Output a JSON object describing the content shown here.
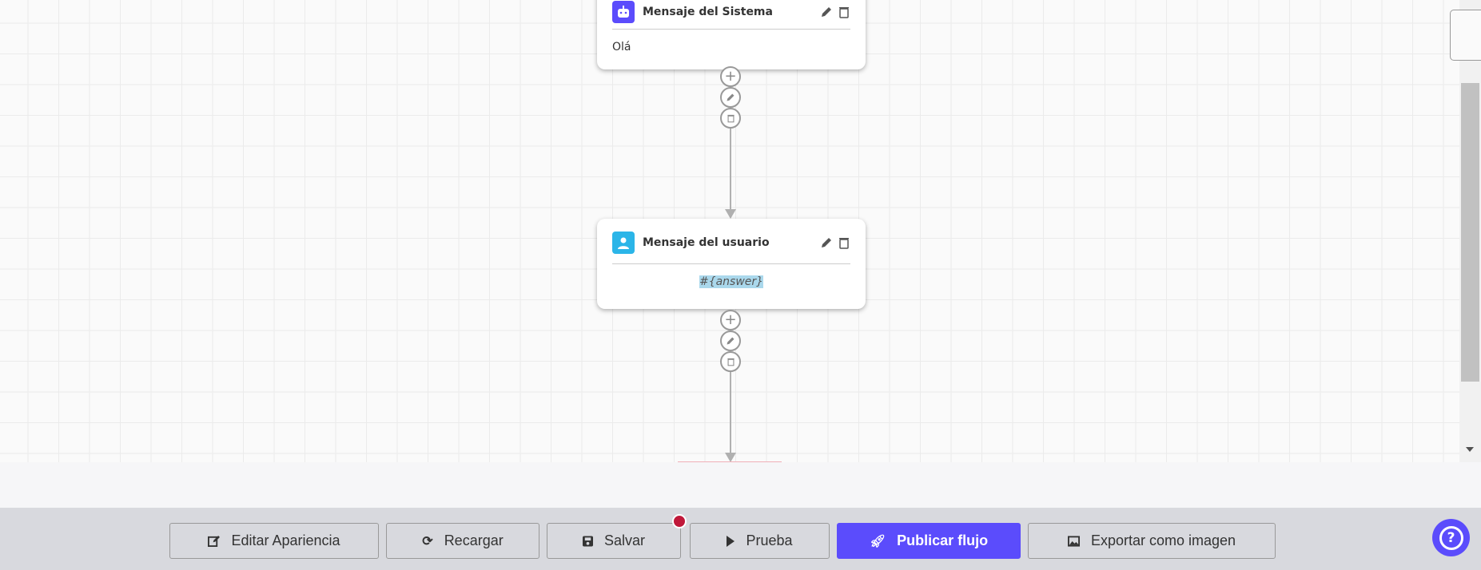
{
  "nodes": [
    {
      "title": "Mensaje del Sistema",
      "icon": "robot-icon",
      "color": "#5b4cfc",
      "content": "Olá"
    },
    {
      "title": "Mensaje del usuario",
      "icon": "user-icon",
      "color": "#2bb5e8",
      "content": "#{answer}"
    }
  ],
  "toolbar": {
    "edit_appearance": "Editar Apariencia",
    "reload": "Recargar",
    "save": "Salvar",
    "test": "Prueba",
    "publish": "Publicar flujo",
    "export": "Exportar como imagen"
  },
  "colors": {
    "accent": "#5b4cfc",
    "unsaved_dot": "#c0183a"
  }
}
